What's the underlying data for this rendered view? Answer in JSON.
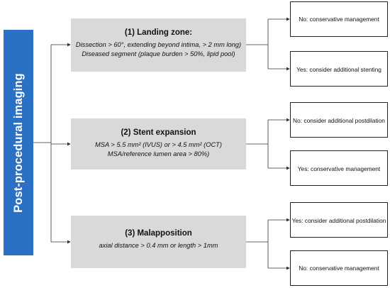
{
  "sidebar": {
    "label": "Post-procedural imaging"
  },
  "criteria": [
    {
      "title": "(1) Landing zone:",
      "lines": [
        "Dissection > 60°, extending beyond intima, > 2 mm long)",
        "Diseased segment (plaque burden > 50%, lipid pool)"
      ],
      "outcomes": [
        "No: conservative management",
        "Yes: consider additional stenting"
      ]
    },
    {
      "title": "(2) Stent expansion",
      "lines": [
        "MSA > 5.5 mm² (IVUS) or > 4.5 mm² (OCT)",
        "MSA/reference lumen area > 80%)"
      ],
      "outcomes": [
        "No: consider additional postdilation",
        "Yes: conservative management"
      ]
    },
    {
      "title": "(3) Malapposition",
      "lines": [
        "axial distance > 0.4 mm or length > 1mm"
      ],
      "outcomes": [
        "Yes: consider additional postdilation",
        "No: conservative management"
      ]
    }
  ],
  "colors": {
    "sidebar": "#2a71c6",
    "criteria_box": "#d9d9d9",
    "lines": "#333333"
  }
}
